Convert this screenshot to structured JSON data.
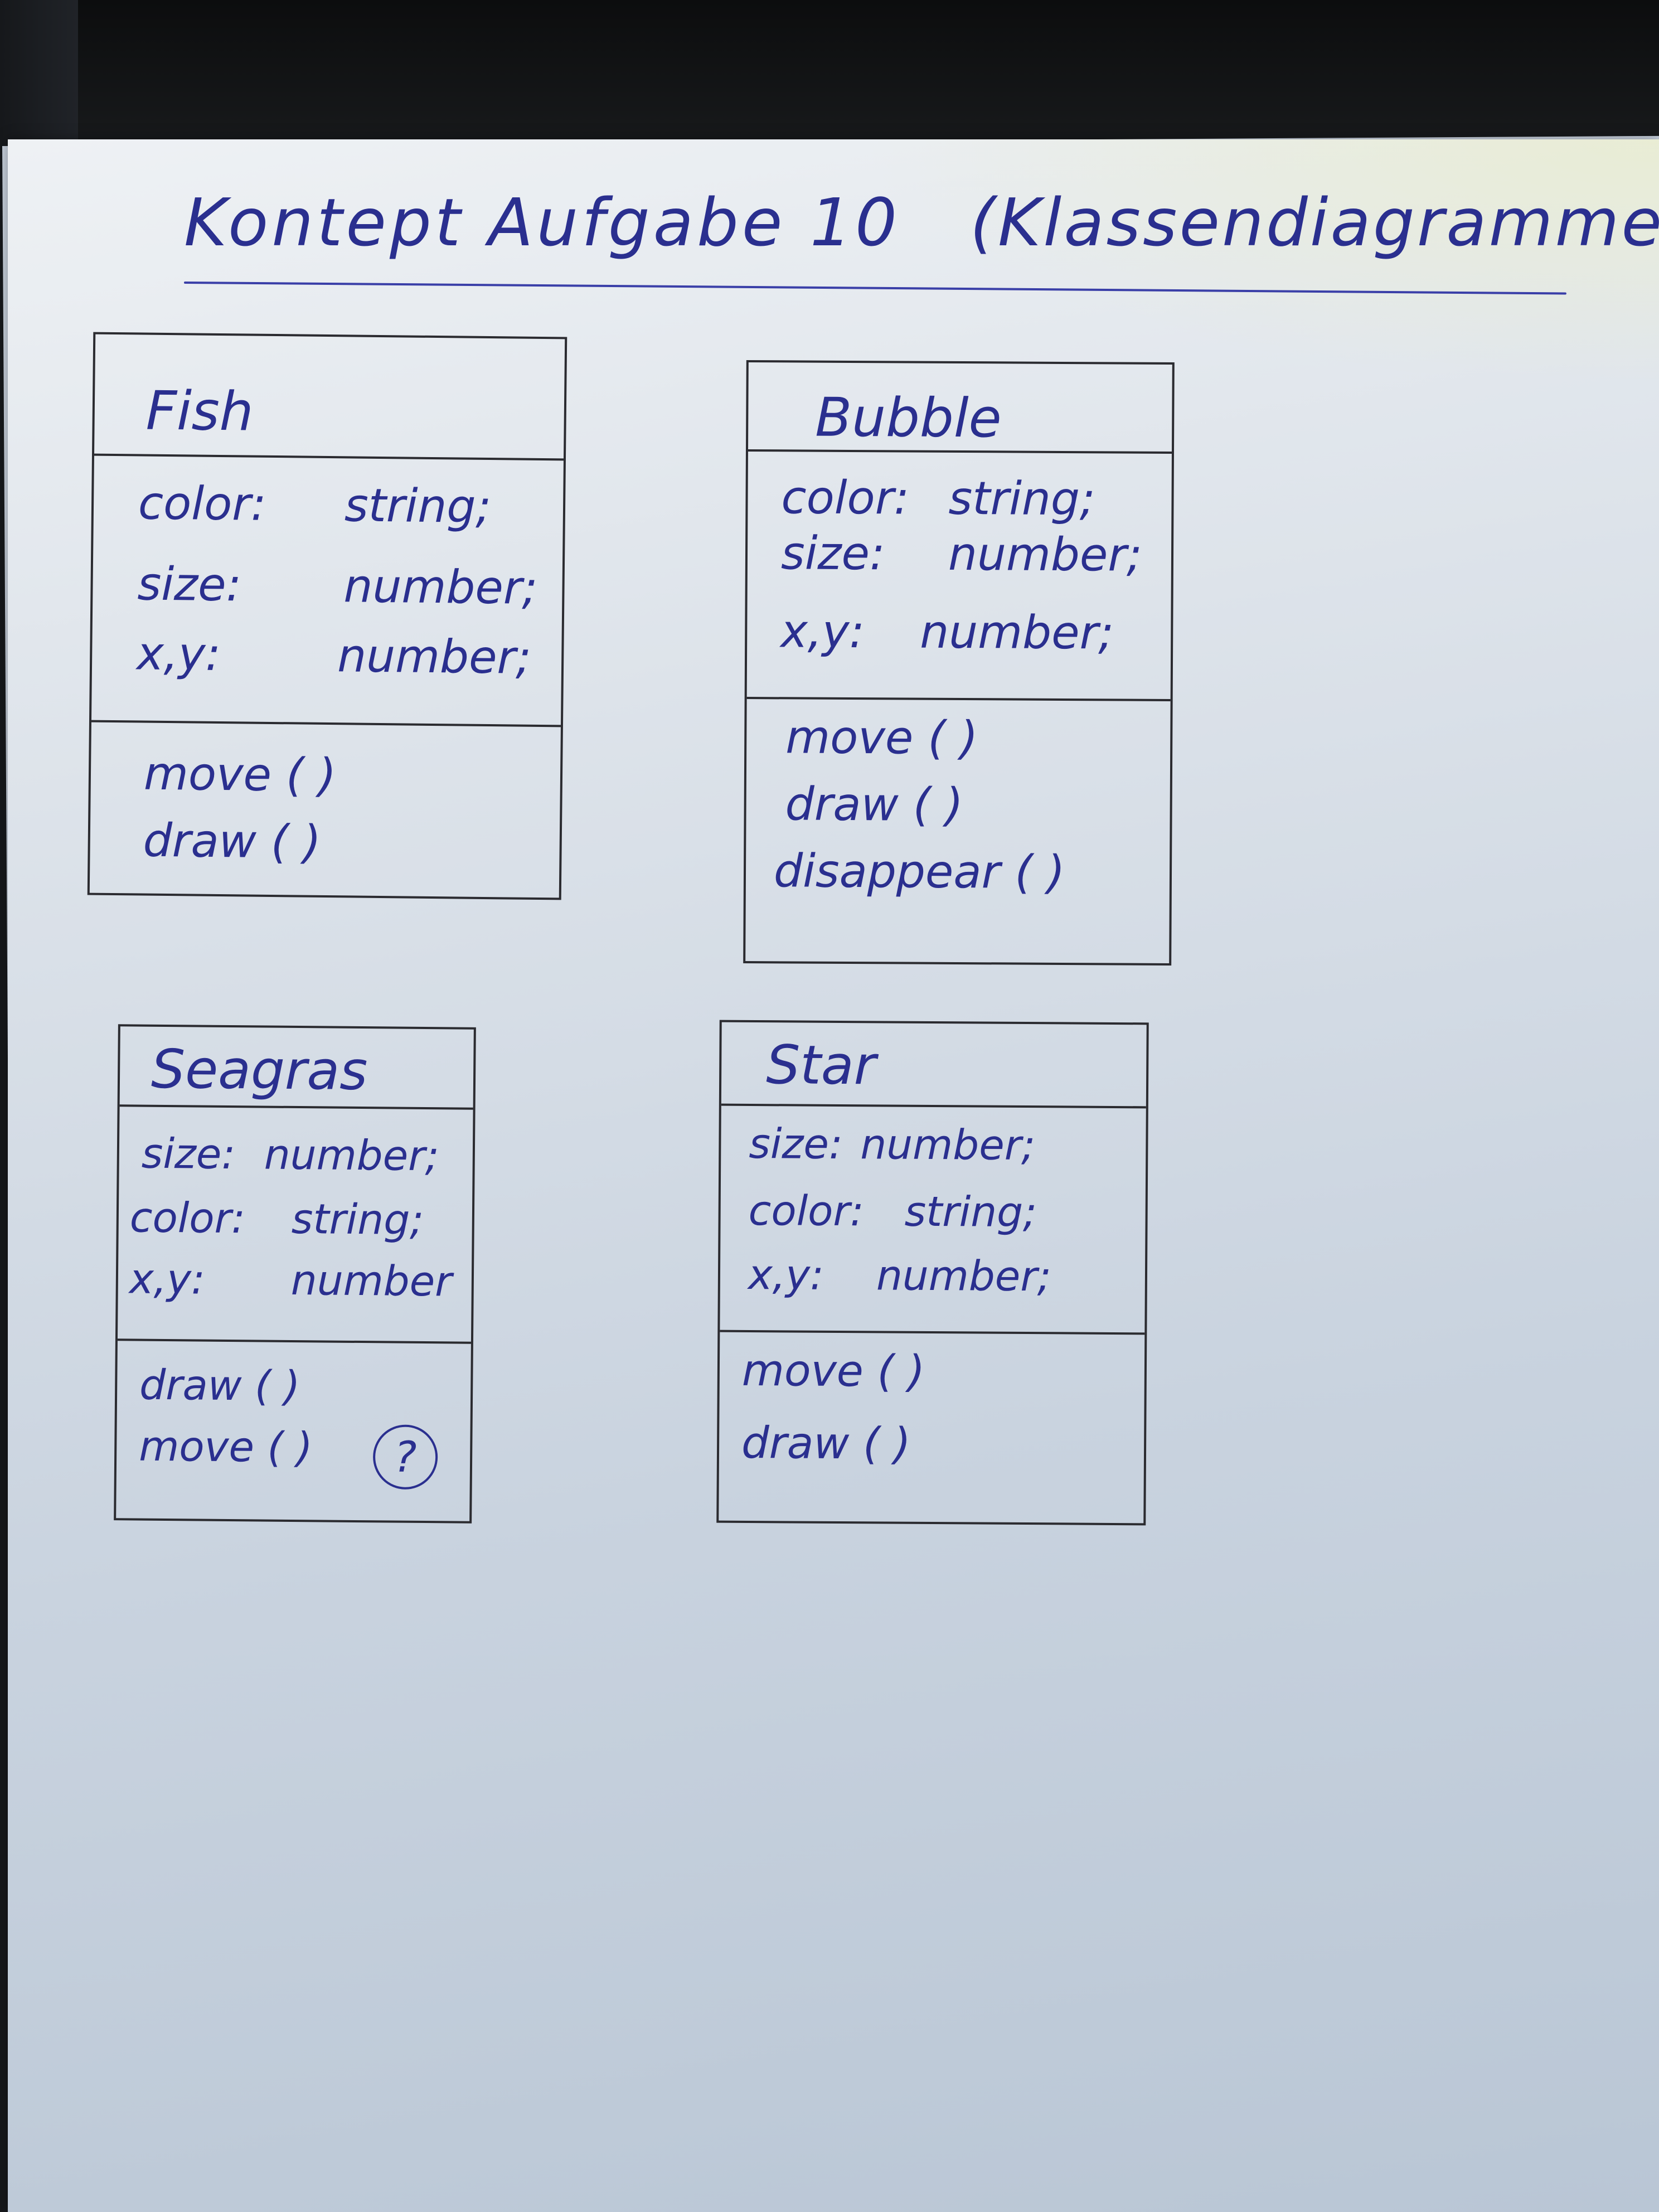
{
  "title": {
    "main": "Kontept Aufgabe 10",
    "sub": "(Klassendiagramme)"
  },
  "classes": [
    {
      "name": "Fish",
      "attributes": [
        {
          "name": "color:",
          "type": "string;"
        },
        {
          "name": "size:",
          "type": "number;"
        },
        {
          "name": "x,y:",
          "type": "number;"
        }
      ],
      "methods": [
        "move ( )",
        "draw ( )"
      ]
    },
    {
      "name": "Bubble",
      "attributes": [
        {
          "name": "color:",
          "type": "string;"
        },
        {
          "name": "size:",
          "type": "number;"
        },
        {
          "name": "x,y:",
          "type": "number;"
        }
      ],
      "methods": [
        "move ( )",
        "draw ( )",
        "disappear ( )"
      ]
    },
    {
      "name": "Seagras",
      "attributes": [
        {
          "name": "size:",
          "type": "number;"
        },
        {
          "name": "color:",
          "type": "string;"
        },
        {
          "name": "x,y:",
          "type": "number"
        }
      ],
      "methods": [
        "draw ( )",
        "move ( )"
      ],
      "note": "?"
    },
    {
      "name": "Star",
      "attributes": [
        {
          "name": "size:",
          "type": "number;"
        },
        {
          "name": "color:",
          "type": "string;"
        },
        {
          "name": "x,y:",
          "type": "number;"
        }
      ],
      "methods": [
        "move ( )",
        "draw ( )"
      ]
    }
  ]
}
